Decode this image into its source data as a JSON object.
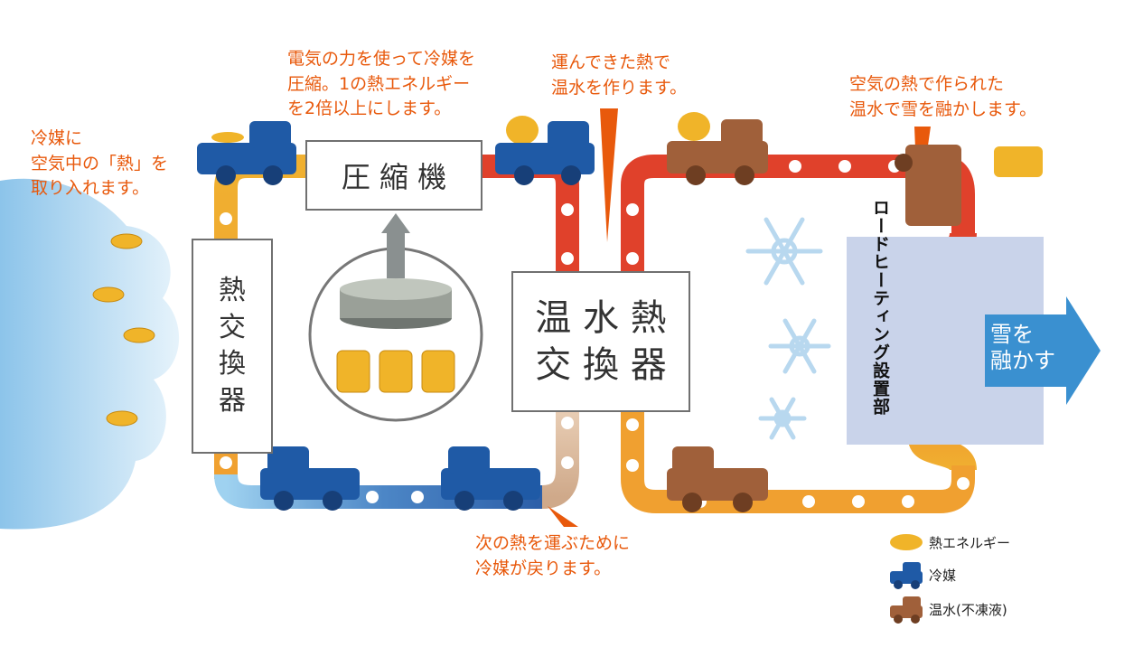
{
  "notes": {
    "refrigerant_intake": "冷媒に\n空気中の「熱」を\n取り入れます。",
    "compressor_note": "電気の力を使って冷媒を\n圧縮。1の熱エネルギー\nを2倍以上にします。",
    "hot_water_note": "運んできた熱で\n温水を作ります。",
    "snow_melt_note": "空気の熱で作られた\n温水で雪を融かします。",
    "return_note": "次の熱を運ぶために\n冷媒が戻ります。"
  },
  "labels": {
    "heat_exchanger": "熱\n交\n換\n器",
    "compressor": "圧 縮 機",
    "water_heat_exchanger": "温 水 熱\n交 換 器",
    "road_heating": "ロードヒーティング設置部",
    "arrow": "雪を\n融かす"
  },
  "legend": [
    {
      "icon": "heat-energy-icon",
      "label": "熱エネルギー"
    },
    {
      "icon": "blue-truck-icon",
      "label": "冷媒"
    },
    {
      "icon": "brown-truck-icon",
      "label": "温水(不凍液)"
    }
  ],
  "colors": {
    "accent_text": "#e8590c",
    "refrigerant_blue": "#1f5aa6",
    "hot_water_brown": "#a0603a",
    "heat_gold": "#f0b429",
    "hot_pipe_red": "#e0412b",
    "warm_pipe_orange": "#f0a030",
    "arrow_blue": "#3a90d0"
  }
}
